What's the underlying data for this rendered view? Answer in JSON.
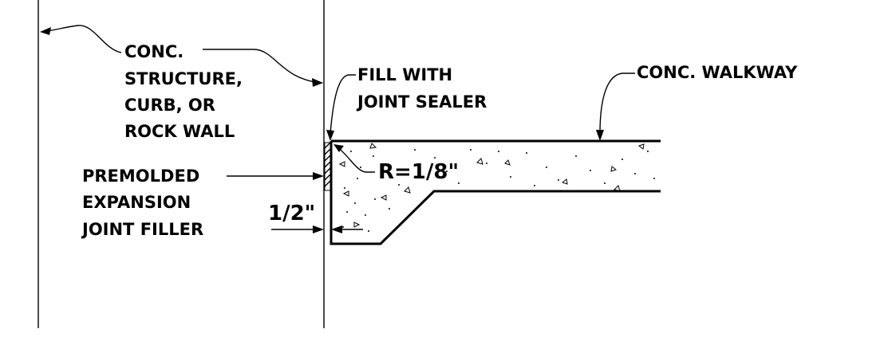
{
  "labels": {
    "conc_structure": [
      "CONC.",
      "STRUCTURE,",
      "CURB, OR",
      "ROCK WALL"
    ],
    "fill_joint": [
      "FILL WITH",
      "JOINT SEALER"
    ],
    "conc_walkway": "CONC. WALKWAY",
    "premolded": [
      "PREMOLDED",
      "EXPANSION",
      "JOINT FILLER"
    ],
    "radius": "R=1/8\"",
    "dimension": "1/2\""
  }
}
